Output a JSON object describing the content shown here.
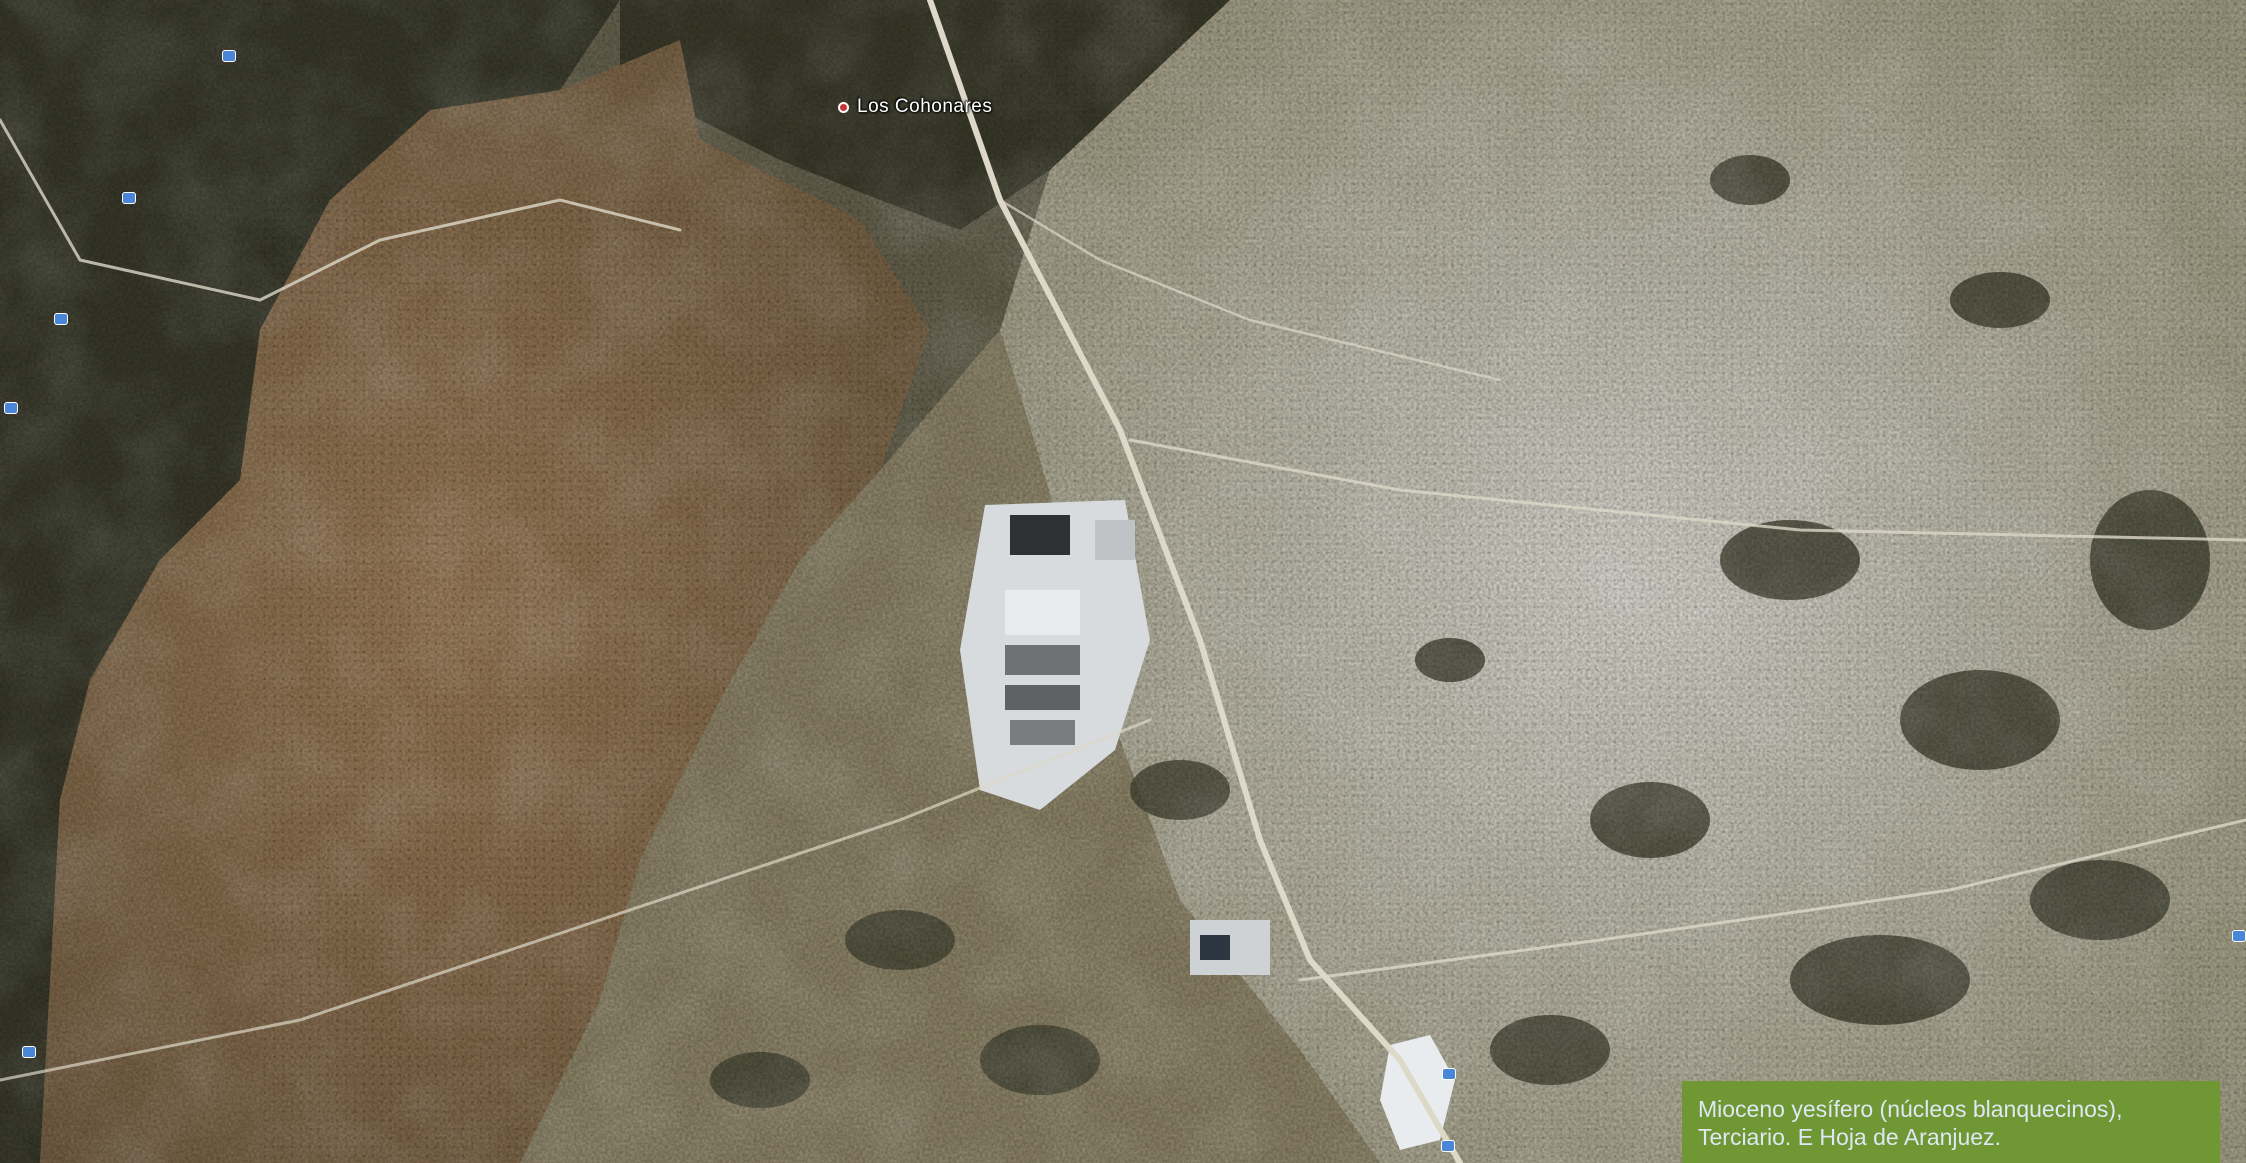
{
  "map": {
    "place": {
      "name": "Los Cohonares"
    },
    "caption": {
      "line1": "Mioceno yesífero (núcleos blanquecinos),",
      "line2": "Terciario. E Hoja de Aranjuez."
    },
    "colors": {
      "dark_vegetation": "#3a3b2b",
      "ochre_fields": "#9b8058",
      "pale_fields": "#c7c3b0",
      "road": "#e3ded0",
      "quarry": "#d9dde0",
      "caption_bg": "#6f9733",
      "caption_text": "#dfe7f2",
      "place_marker": "#c7343a",
      "poi_marker": "#4a86d8"
    },
    "icons": [
      "place-marker-icon",
      "poi-icon"
    ]
  }
}
